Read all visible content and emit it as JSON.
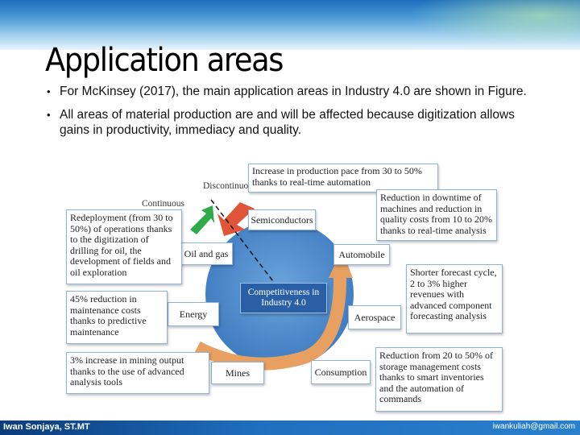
{
  "slide": {
    "title": "Application areas",
    "bullets": [
      "For McKinsey (2017), the main application areas in Industry 4.0 are shown in Figure.",
      "All areas of material production are and will be affected because digitization allows gains in productivity, immediacy and quality."
    ]
  },
  "figure": {
    "center_label": "Competitiveness in Industry 4.0",
    "discontinuous_label": "Discontinuous",
    "continuous_label": "Continuous",
    "sectors": {
      "semiconductors": "Semiconductors",
      "oil_gas": "Oil and gas",
      "automobile": "Automobile",
      "energy": "Energy",
      "aerospace": "Aerospace",
      "mines": "Mines",
      "consumption": "Consumption"
    },
    "annotations": {
      "top": "Increase in production pace from 30 to 50% thanks to real-time automation",
      "semiconductors": "Reduction in downtime of machines and reduction in quality costs from 10 to 20% thanks to real-time analysis",
      "oil_gas": "Redeployment (from 30 to 50%) of operations thanks to the digitization of drilling for oil, the development of fields and oil exploration",
      "aerospace": "Shorter forecast cycle, 2 to 3% higher revenues with advanced component forecasting analysis",
      "energy": "45% reduction in maintenance costs thanks to predictive maintenance",
      "mines": "3% increase in mining output thanks to the use of advanced analysis tools",
      "consumption": "Reduction from 20 to 50% of storage management costs thanks to smart inventories and the automation of commands"
    },
    "colors": {
      "circle": "#4a86c8",
      "center_box": "#2a5fa5",
      "arrow_orange": "#e8a060",
      "arrow_red": "#e0543a",
      "arrow_green": "#2eaa4a"
    }
  },
  "footer": {
    "author": "Iwan Sonjaya, ST.MT",
    "email": "iwankuliah@gmail.com"
  }
}
